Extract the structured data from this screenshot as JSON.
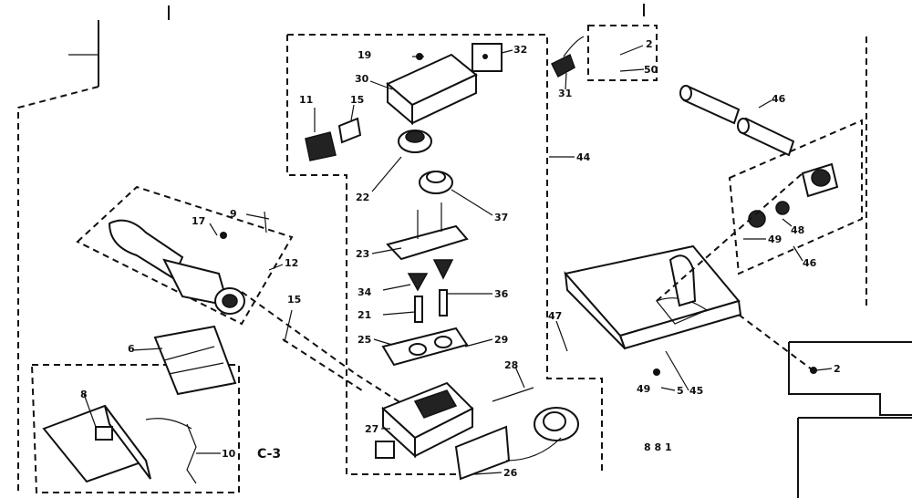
{
  "diagram": {
    "sheet_label": "C-3",
    "footer_mark": "8 8 1",
    "callouts": [
      "19",
      "32",
      "30",
      "11",
      "15",
      "31",
      "2",
      "50",
      "46",
      "44",
      "22",
      "37",
      "23",
      "17",
      "9",
      "12",
      "34",
      "36",
      "15",
      "21",
      "25",
      "29",
      "28",
      "27",
      "26",
      "8",
      "6",
      "10",
      "47",
      "48",
      "49",
      "46",
      "49",
      "5",
      "45",
      "2"
    ]
  }
}
